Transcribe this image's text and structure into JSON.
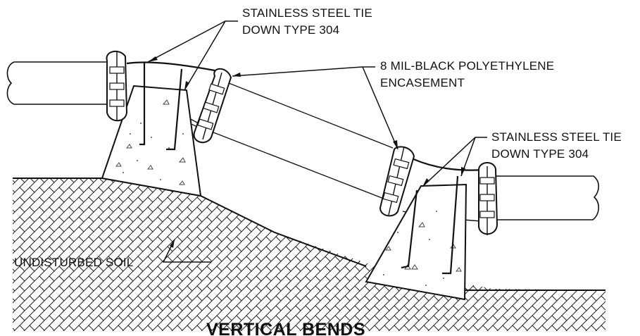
{
  "drawing": {
    "title": "VERTICAL BENDS",
    "labels": {
      "tie_down_top_line1": "STAINLESS STEEL TIE",
      "tie_down_top_line2": "DOWN TYPE 304",
      "encasement_line1": "8 MIL-BLACK POLYETHYLENE",
      "encasement_line2": "ENCASEMENT",
      "tie_down_right_line1": "STAINLESS STEEL TIE",
      "tie_down_right_line2": "DOWN TYPE 304",
      "soil": "UNDISTURBED SOIL"
    }
  }
}
